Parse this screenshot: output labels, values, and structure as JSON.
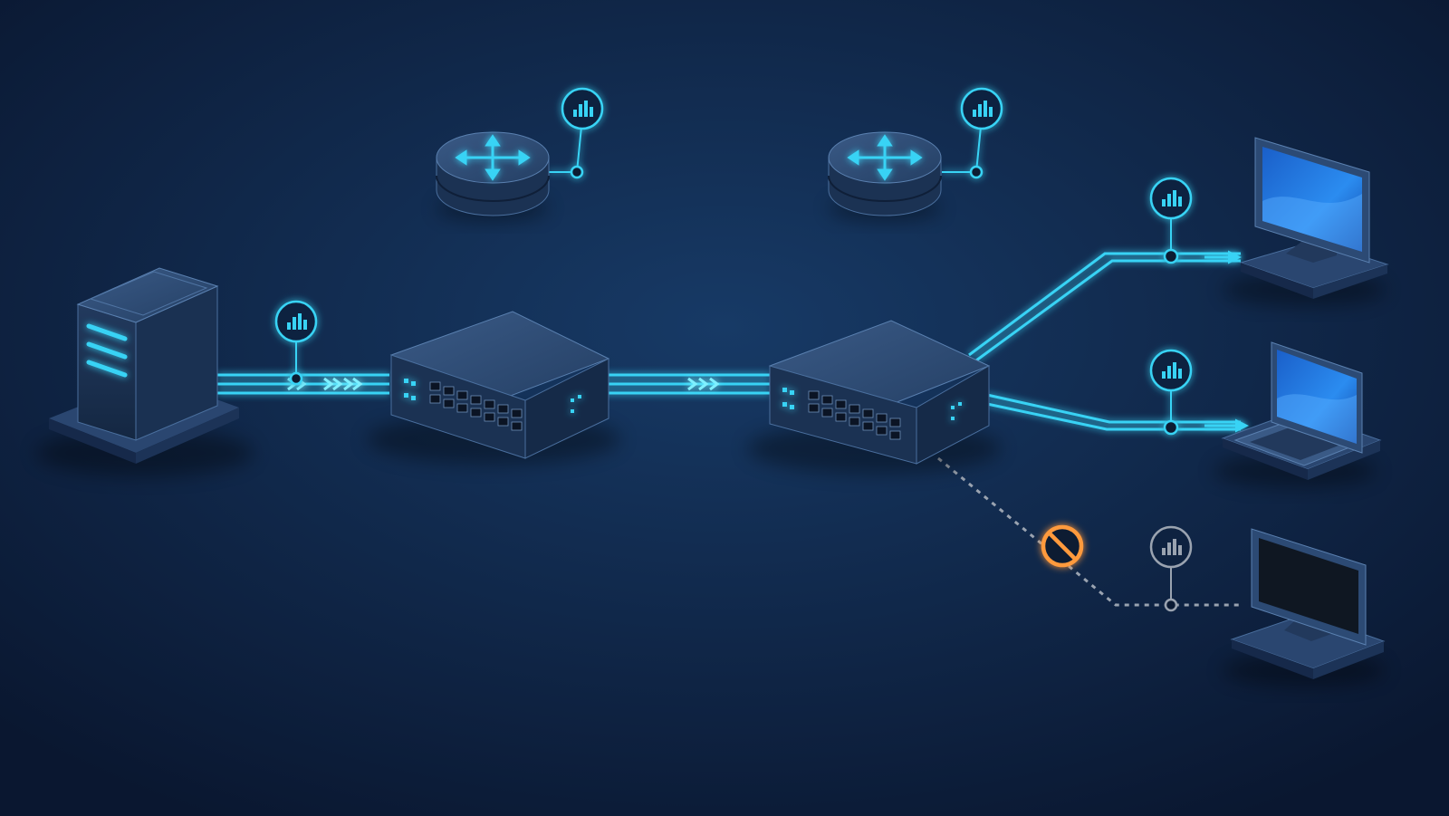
{
  "colors": {
    "background": "#0b1a33",
    "background_glow": "#173a66",
    "active_link": "#39d3f5",
    "active_link_core": "#c9f6ff",
    "inactive_link": "#9aa3b0",
    "blocked": "#ff9a3c",
    "device_body": "#1e3556",
    "device_top": "#2d4b74",
    "device_edge": "#4a6f9e",
    "screen": "#1f74d6",
    "screen_off": "#0f1722"
  },
  "nodes": [
    {
      "id": "server",
      "type": "server"
    },
    {
      "id": "switch-1",
      "type": "switch"
    },
    {
      "id": "switch-2",
      "type": "switch"
    },
    {
      "id": "router-1",
      "type": "router"
    },
    {
      "id": "router-2",
      "type": "router"
    },
    {
      "id": "desktop-active",
      "type": "desktop",
      "state": "active"
    },
    {
      "id": "laptop",
      "type": "laptop",
      "state": "active"
    },
    {
      "id": "desktop-offline",
      "type": "desktop",
      "state": "offline"
    }
  ],
  "links": [
    {
      "from": "server",
      "to": "switch-1",
      "style": "solid",
      "state": "active",
      "monitored": true
    },
    {
      "from": "switch-1",
      "to": "switch-2",
      "style": "solid",
      "state": "active",
      "monitored": false
    },
    {
      "from": "router-1",
      "to": "switch-1",
      "style": "dashed",
      "state": "active",
      "monitored": true
    },
    {
      "from": "router-2",
      "to": "switch-2",
      "style": "dashed",
      "state": "active",
      "monitored": true
    },
    {
      "from": "switch-2",
      "to": "desktop-active",
      "style": "solid",
      "state": "active",
      "monitored": true
    },
    {
      "from": "switch-2",
      "to": "laptop",
      "style": "solid",
      "state": "active",
      "monitored": true
    },
    {
      "from": "switch-2",
      "to": "desktop-offline",
      "style": "dotted",
      "state": "blocked",
      "monitored": true
    }
  ],
  "icons": {
    "monitor_badge": "bar-chart-icon",
    "router_symbol": "four-arrows-icon",
    "blocked_marker": "no-entry-icon"
  }
}
